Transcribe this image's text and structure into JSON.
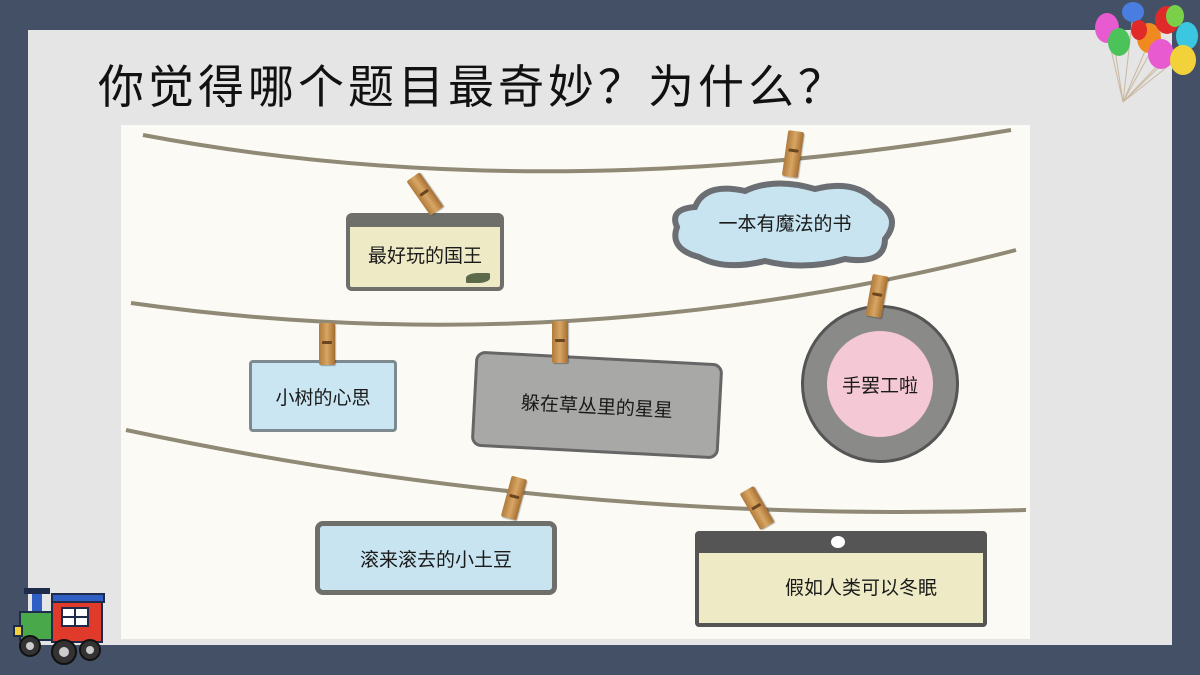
{
  "title": "你觉得哪个题目最奇妙？为什么？",
  "cards": {
    "king": "最好玩的国王",
    "magic_book": "一本有魔法的书",
    "tree": "小树的心思",
    "stars": "躲在草丛里的星星",
    "hand": "手罢工啦",
    "potato": "滚来滚去的小土豆",
    "hibernate": "假如人类可以冬眠"
  },
  "icons": [
    "balloons-icon",
    "toy-train-icon",
    "clothespin-icon"
  ]
}
